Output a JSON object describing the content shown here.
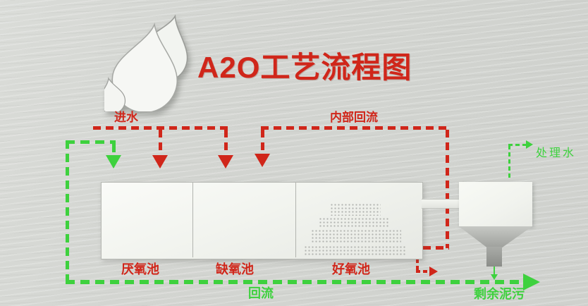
{
  "title": "A2O工艺流程图",
  "colors": {
    "red": "#d0261a",
    "green": "#3ed13e",
    "bg": "#d3d5d1"
  },
  "flows": {
    "influent": {
      "label": "进水",
      "color": "#d0261a",
      "style": "dashed"
    },
    "internal_recycle": {
      "label": "内部回流",
      "color": "#d0261a",
      "style": "dashed"
    },
    "treated_water": {
      "label": "处理水",
      "color": "#3ed13e",
      "style": "dashed"
    },
    "return_sludge": {
      "label": "回流",
      "color": "#3ed13e",
      "style": "dashed"
    },
    "excess_sludge": {
      "label": "剩余泥污",
      "color": "#3ed13e",
      "style": "dashed"
    }
  },
  "tanks": [
    {
      "label": "厌氧池"
    },
    {
      "label": "缺氧池"
    },
    {
      "label": "好氧池"
    }
  ]
}
